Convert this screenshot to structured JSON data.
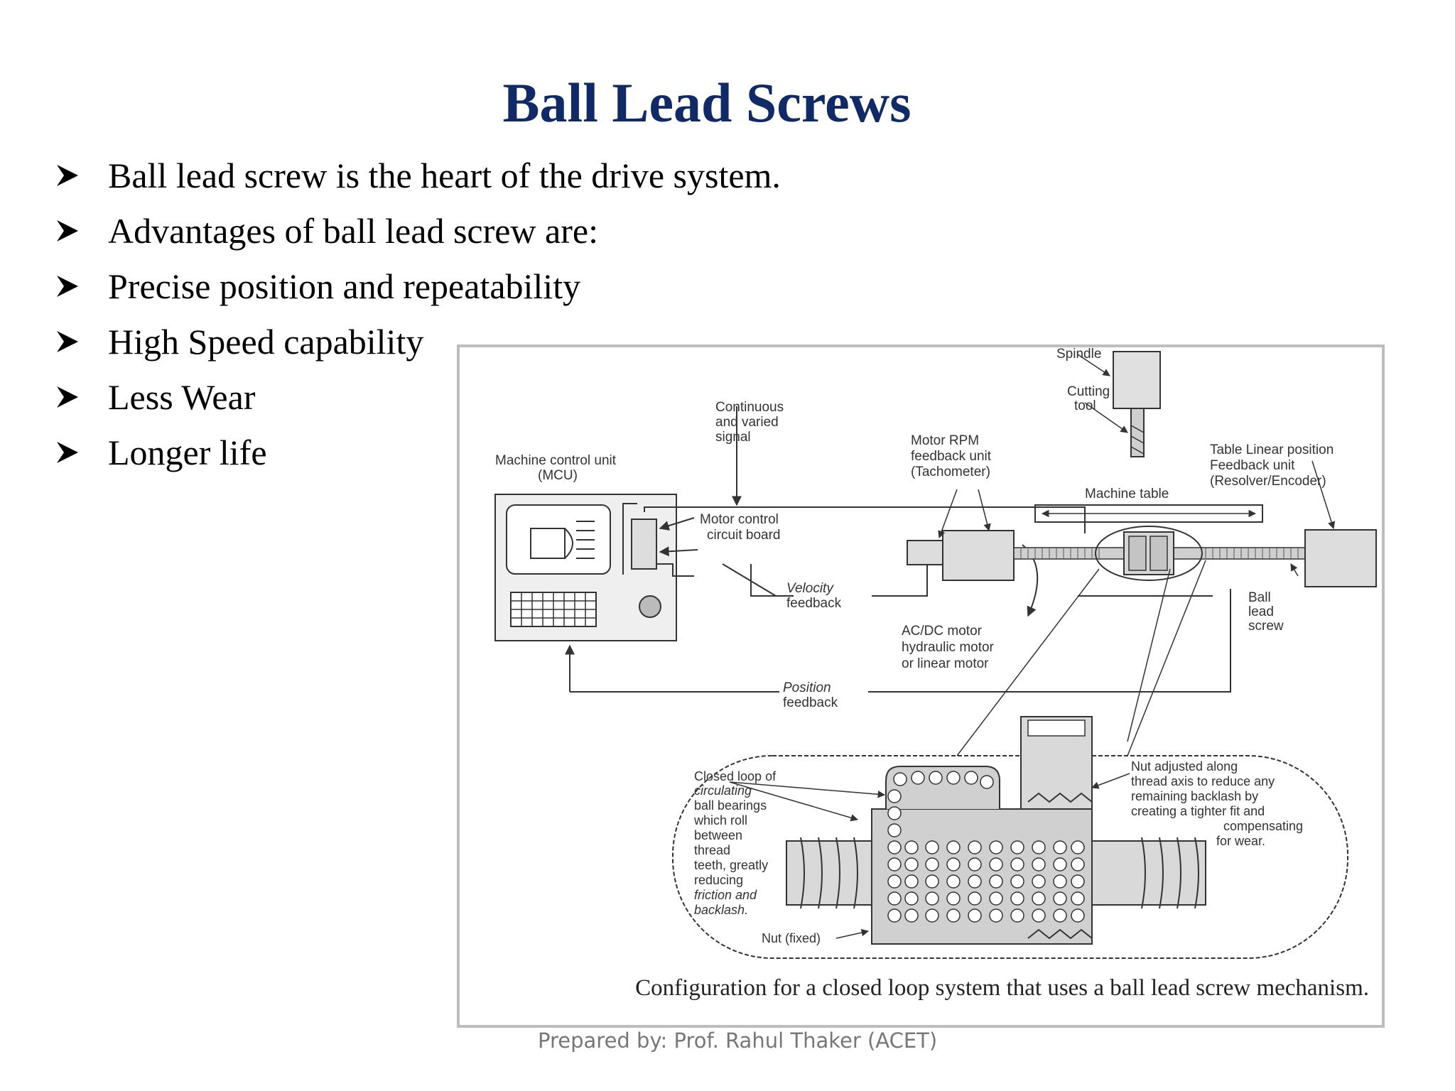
{
  "slide": {
    "title": "Ball Lead Screws",
    "bullets": [
      "Ball lead screw is the heart of the drive system.",
      "Advantages of ball lead screw are:",
      "Precise position and repeatability",
      "High Speed capability",
      "Less Wear",
      "Longer life"
    ],
    "footer": "Prepared by: Prof. Rahul Thaker (ACET)"
  },
  "figure": {
    "caption": "Configuration for a closed loop system that uses a ball lead screw mechanism.",
    "labels": {
      "spindle": "Spindle",
      "cutting_tool_1": "Cutting",
      "cutting_tool_2": "tool",
      "signal_1": "Continuous",
      "signal_2": "and varied",
      "signal_3": "signal",
      "mcu_1": "Machine control unit",
      "mcu_2": "(MCU)",
      "rpm_1": "Motor RPM",
      "rpm_2": "feedback unit",
      "rpm_3": "(Tachometer)",
      "table_pos_1": "Table Linear position",
      "table_pos_2": "Feedback unit",
      "table_pos_3": "(Resolver/Encoder)",
      "machine_table": "Machine table",
      "motor_ctrl_1": "Motor control",
      "motor_ctrl_2": "circuit board",
      "velocity_1": "Velocity",
      "velocity_2": "feedback",
      "motor_1": "AC/DC motor",
      "motor_2": "hydraulic motor",
      "motor_3": "or linear motor",
      "ball_1": "Ball",
      "ball_2": "lead",
      "ball_3": "screw",
      "position_1": "Position",
      "position_2": "feedback",
      "loop_1": "Closed loop of",
      "loop_2": "circulating",
      "loop_3": "ball bearings",
      "loop_4": "which roll",
      "loop_5": "between",
      "loop_6": "thread",
      "loop_7": "teeth, greatly",
      "loop_8": "reducing",
      "loop_9": "friction and",
      "loop_10": "backlash.",
      "nut_fixed": "Nut (fixed)",
      "nut_adj_1": "Nut adjusted along",
      "nut_adj_2": "thread axis to reduce any",
      "nut_adj_3": "remaining backlash by",
      "nut_adj_4": "creating a tighter fit  and",
      "nut_adj_5": "compensating",
      "nut_adj_6": "for wear."
    }
  },
  "colors": {
    "title": "#0f2a66",
    "footer": "#777777"
  },
  "icons": {
    "bullet": "arrowhead-bullet-icon"
  }
}
